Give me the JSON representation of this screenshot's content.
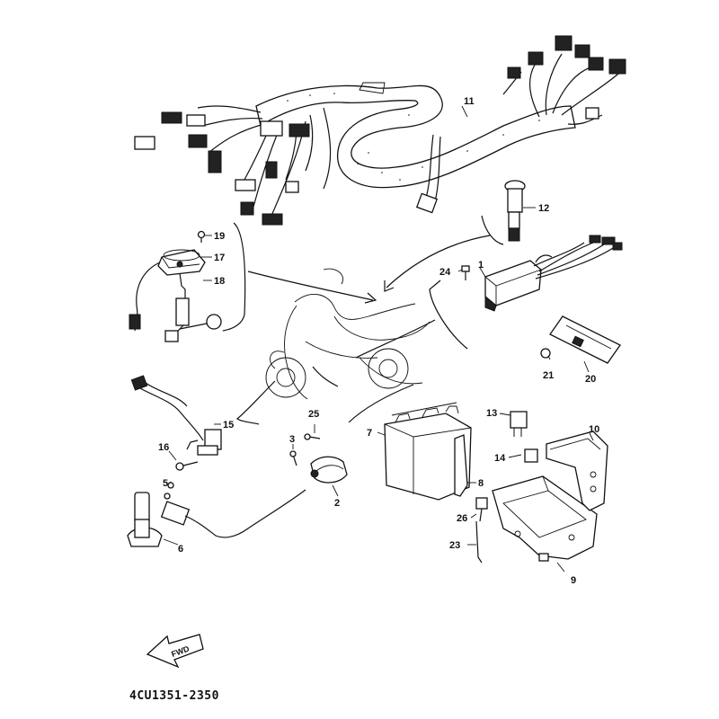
{
  "diagram": {
    "drawing_code": "4CU1351-2350",
    "fwd_label": "FWD",
    "callouts": [
      "1",
      "2",
      "3",
      "5",
      "6",
      "7",
      "8",
      "9",
      "10",
      "11",
      "12",
      "13",
      "14",
      "15",
      "16",
      "17",
      "18",
      "19",
      "20",
      "21",
      "23",
      "24",
      "25",
      "26"
    ]
  }
}
